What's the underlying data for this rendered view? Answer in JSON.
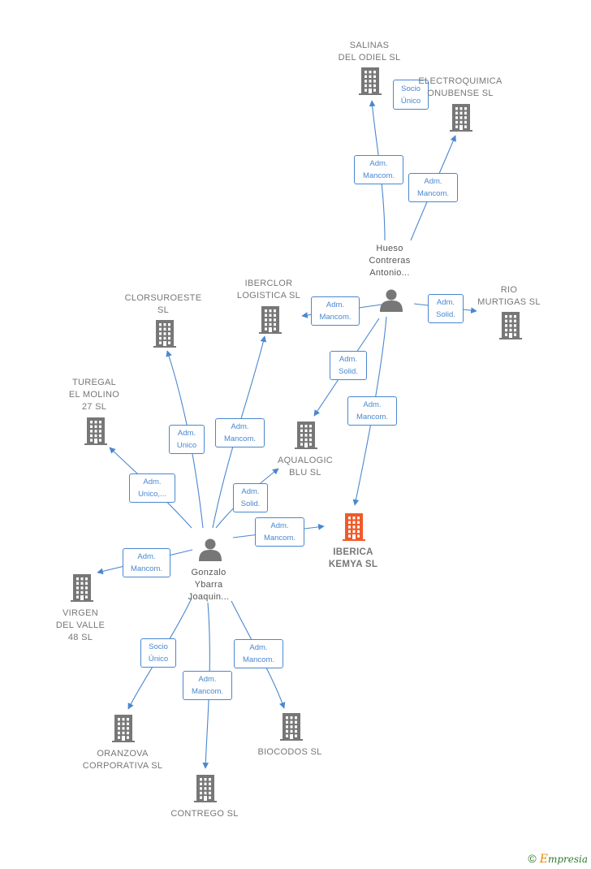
{
  "colors": {
    "edge": "#4a87cf",
    "building": "#777777",
    "focus_building": "#f05a28",
    "person": "#777777"
  },
  "nodes": [
    {
      "id": "salinas",
      "label": "SALINAS\nDEL ODIEL SL",
      "type": "company"
    },
    {
      "id": "electroquimica",
      "label": "ELECTROQUIMICA\nONUBENSE  SL",
      "type": "company"
    },
    {
      "id": "hueso",
      "label": "Hueso\nContreras\nAntonio...",
      "type": "person"
    },
    {
      "id": "rio",
      "label": "RIO\nMURTIGAS  SL",
      "type": "company"
    },
    {
      "id": "iberclor",
      "label": "IBERCLOR\nLOGISTICA  SL",
      "type": "company"
    },
    {
      "id": "clorsuroeste",
      "label": "CLORSUROESTE\nSL",
      "type": "company"
    },
    {
      "id": "turegal",
      "label": "TUREGAL\nEL MOLINO\n27  SL",
      "type": "company"
    },
    {
      "id": "aqualogic",
      "label": "AQUALOGIC\nBLU  SL",
      "type": "company"
    },
    {
      "id": "iberica",
      "label": "IBERICA\nKEMYA  SL",
      "type": "focus"
    },
    {
      "id": "gonzalo",
      "label": "Gonzalo\nYbarra\nJoaquin...",
      "type": "person"
    },
    {
      "id": "virgen",
      "label": "VIRGEN\nDEL VALLE\n48  SL",
      "type": "company"
    },
    {
      "id": "oranzova",
      "label": "ORANZOVA\nCORPORATIVA SL",
      "type": "company"
    },
    {
      "id": "biocodos",
      "label": "BIOCODOS SL",
      "type": "company"
    },
    {
      "id": "contrego",
      "label": "CONTREGO  SL",
      "type": "company"
    }
  ],
  "edges": [
    {
      "from": "hueso",
      "to": "salinas",
      "label": "Adm.\nMancom."
    },
    {
      "from": "hueso",
      "to": "electroquimica",
      "label": "Adm.\nMancom."
    },
    {
      "from": "salinas",
      "to": "electroquimica",
      "label": "Socio\nÚnico"
    },
    {
      "from": "hueso",
      "to": "iberclor",
      "label": "Adm.\nMancom."
    },
    {
      "from": "hueso",
      "to": "rio",
      "label": "Adm.\nSolid."
    },
    {
      "from": "hueso",
      "to": "aqualogic",
      "label": "Adm.\nSolid."
    },
    {
      "from": "hueso",
      "to": "iberica",
      "label": "Adm.\nMancom."
    },
    {
      "from": "gonzalo",
      "to": "clorsuroeste",
      "label": "Adm.\nUnico"
    },
    {
      "from": "gonzalo",
      "to": "iberclor",
      "label": "Adm.\nMancom."
    },
    {
      "from": "gonzalo",
      "to": "turegal",
      "label": "Adm.\nUnico,..."
    },
    {
      "from": "gonzalo",
      "to": "aqualogic",
      "label": "Adm.\nSolid."
    },
    {
      "from": "gonzalo",
      "to": "iberica",
      "label": "Adm.\nMancom."
    },
    {
      "from": "gonzalo",
      "to": "virgen",
      "label": "Adm.\nMancom."
    },
    {
      "from": "gonzalo",
      "to": "oranzova",
      "label": "Socio\nÚnico"
    },
    {
      "from": "gonzalo",
      "to": "contrego",
      "label": "Adm.\nMancom."
    },
    {
      "from": "gonzalo",
      "to": "biocodos",
      "label": "Adm.\nMancom."
    }
  ],
  "footer": {
    "copyright": "©",
    "brand_first": "E",
    "brand_rest": "mpresia"
  }
}
